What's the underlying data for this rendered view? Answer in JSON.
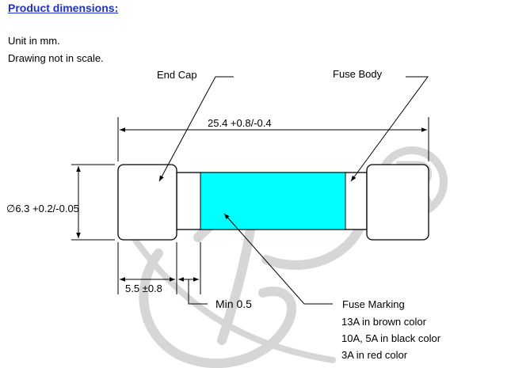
{
  "heading": "Product dimensions:",
  "notes": [
    "Unit in mm.",
    "Drawing not in scale."
  ],
  "labels": {
    "end_cap": "End Cap",
    "fuse_body": "Fuse Body",
    "overall_length": "25.4 +0.8/-0.4",
    "diameter": "∅6.3 +0.2/-0.05",
    "cap_length": "5.5 ±0.8",
    "min_gap": "Min 0.5",
    "fuse_marking_title": "Fuse Marking",
    "fuse_marking_lines": [
      "13A in brown color",
      "10A, 5A in black color",
      "3A in red color"
    ]
  },
  "colors": {
    "heading": "#1f31c8",
    "marking_band": "#00ffff",
    "watermark": "#d3d3d3"
  }
}
